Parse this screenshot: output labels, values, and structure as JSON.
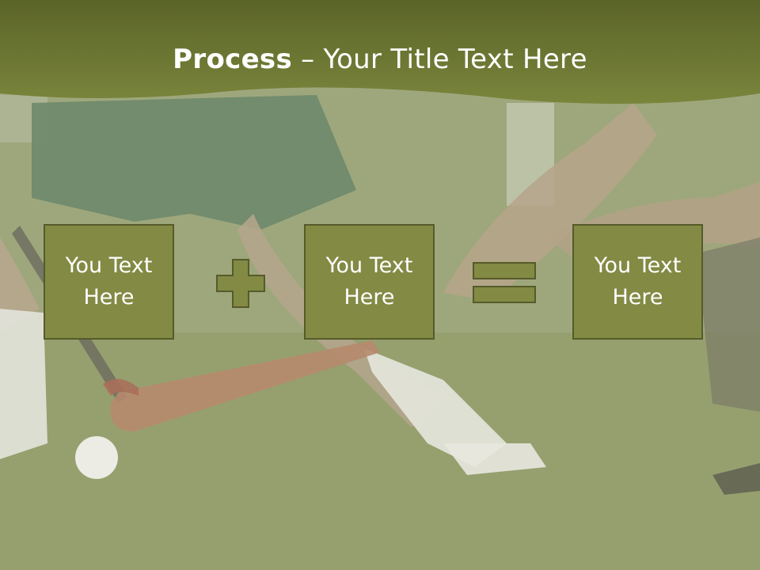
{
  "slide": {
    "title_bold": "Process",
    "title_rest": " – Your Title Text Here",
    "boxes": [
      {
        "label": "You Text\nHere"
      },
      {
        "label": "You Text\nHere"
      },
      {
        "label": "You Text\nHere"
      }
    ],
    "operators": [
      "plus",
      "equals"
    ]
  },
  "colors": {
    "header": "#6f7a35",
    "box_fill": "#828a44",
    "box_border": "#555b2a",
    "text": "#ffffff"
  }
}
